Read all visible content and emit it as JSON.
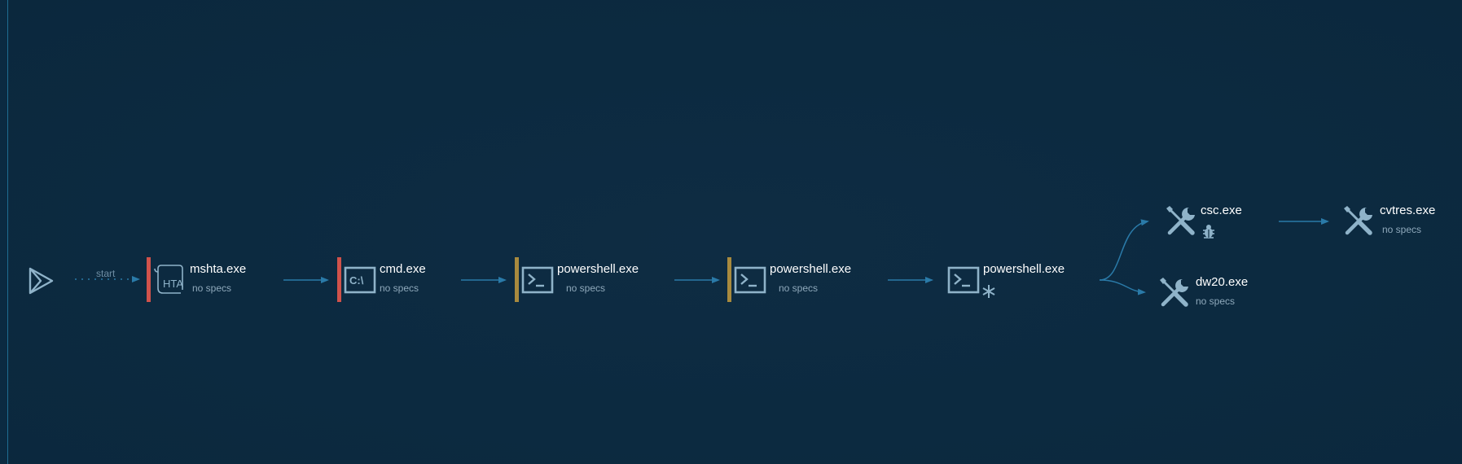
{
  "colors": {
    "background": "#0b2a41",
    "edge": "#2a7aa8",
    "icon": "#8fb3c9",
    "text": "#ffffff",
    "subtext": "#8fa9bb",
    "bar_red": "#d0524b",
    "bar_gold": "#a88a3e"
  },
  "start": {
    "icon": "play-icon",
    "label": "start"
  },
  "nodes": [
    {
      "id": "mshta",
      "name": "mshta.exe",
      "spec": "no specs",
      "icon": "hta-script-icon",
      "bar": "red"
    },
    {
      "id": "cmd",
      "name": "cmd.exe",
      "spec": "no specs",
      "icon": "cmd-console-icon",
      "bar": "red"
    },
    {
      "id": "ps1",
      "name": "powershell.exe",
      "spec": "no specs",
      "icon": "powershell-icon",
      "bar": "gold"
    },
    {
      "id": "ps2",
      "name": "powershell.exe",
      "spec": "no specs",
      "icon": "powershell-icon",
      "bar": "gold"
    },
    {
      "id": "ps3",
      "name": "powershell.exe",
      "spec": "",
      "icon": "powershell-icon",
      "badge": "asterisk-icon"
    },
    {
      "id": "csc",
      "name": "csc.exe",
      "spec": "",
      "icon": "tools-icon",
      "badge": "bug-icon"
    },
    {
      "id": "dw20",
      "name": "dw20.exe",
      "spec": "no specs",
      "icon": "tools-icon"
    },
    {
      "id": "cvtres",
      "name": "cvtres.exe",
      "spec": "no specs",
      "icon": "tools-icon"
    }
  ]
}
